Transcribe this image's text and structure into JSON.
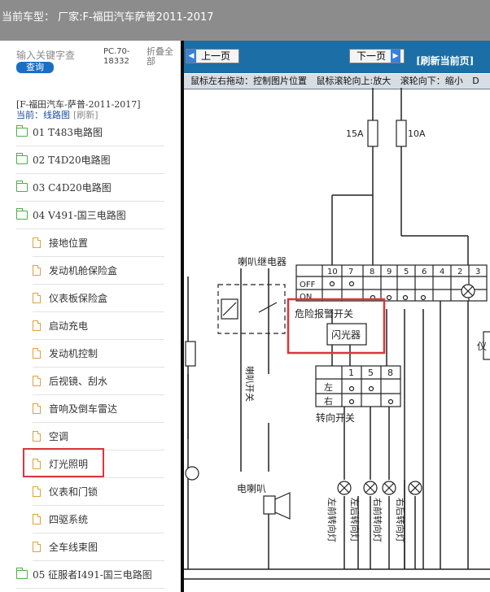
{
  "window": {
    "title": "当前车型： 厂家:F-福田汽车萨普2011-2017"
  },
  "sidebar": {
    "search": {
      "placeholder": "输入关键字查",
      "value": ""
    },
    "query_label": "查询",
    "pc_code": "PC.70-18332",
    "collapse_all": "折叠全部",
    "breadcrumb": "[F-福田汽车-萨普-2011-2017]",
    "current": "当前：线路图",
    "refresh": "[刷新]",
    "tree": [
      {
        "label": "01 T483电路图",
        "kind": "folder"
      },
      {
        "label": "02 T4D20电路图",
        "kind": "folder"
      },
      {
        "label": "03 C4D20电路图",
        "kind": "folder"
      },
      {
        "label": "04 V491-国三电路图",
        "kind": "folder",
        "expanded": true
      },
      {
        "label": "接地位置",
        "kind": "file"
      },
      {
        "label": "发动机舱保险盒",
        "kind": "file"
      },
      {
        "label": "仪表板保险盒",
        "kind": "file"
      },
      {
        "label": "启动充电",
        "kind": "file"
      },
      {
        "label": "发动机控制",
        "kind": "file"
      },
      {
        "label": "后视镜、刮水",
        "kind": "file"
      },
      {
        "label": "音响及倒车雷达",
        "kind": "file"
      },
      {
        "label": "空调",
        "kind": "file"
      },
      {
        "label": "灯光照明",
        "kind": "file",
        "highlighted": true
      },
      {
        "label": "仪表和门锁",
        "kind": "file"
      },
      {
        "label": "四驱系统",
        "kind": "file"
      },
      {
        "label": "全车线束图",
        "kind": "file"
      },
      {
        "label": "05 征服者I491-国三电路图",
        "kind": "folder"
      }
    ]
  },
  "viewer": {
    "prev_label": "上一页",
    "next_label": "下一页",
    "refresh_label": "[刷新当前页]",
    "info_drag": "鼠标左右拖动：控制图片位置",
    "info_scroll_up": "鼠标滚轮向上:放大",
    "info_scroll_down": "滚轮向下：缩小",
    "info_tail": "D"
  },
  "diagram": {
    "labels": {
      "fuse_left": "15A",
      "fuse_right": "10A",
      "horn_relay": "喇叭继电器",
      "hazard_switch": "危险报警开关",
      "flasher": "闪光器",
      "horn_switch": "喇叭开关",
      "electric_horn": "电喇叭",
      "turn_switch": "转向开关",
      "off": "OFF",
      "on": "ON",
      "left": "左",
      "right": "右",
      "front_left": "左前转向灯",
      "rear_left": "左后转向灯",
      "front_right": "右前转向灯",
      "rear_right": "右后转向灯",
      "instrument": "仪",
      "pins_top": [
        "10",
        "7",
        "8",
        "9",
        "5",
        "6",
        "4",
        "2",
        "3"
      ],
      "pins_turn": [
        "1",
        "5",
        "8"
      ]
    },
    "colors": {
      "highlight": "#d9363e",
      "line": "#222222",
      "header": "#1b6fa6"
    }
  }
}
